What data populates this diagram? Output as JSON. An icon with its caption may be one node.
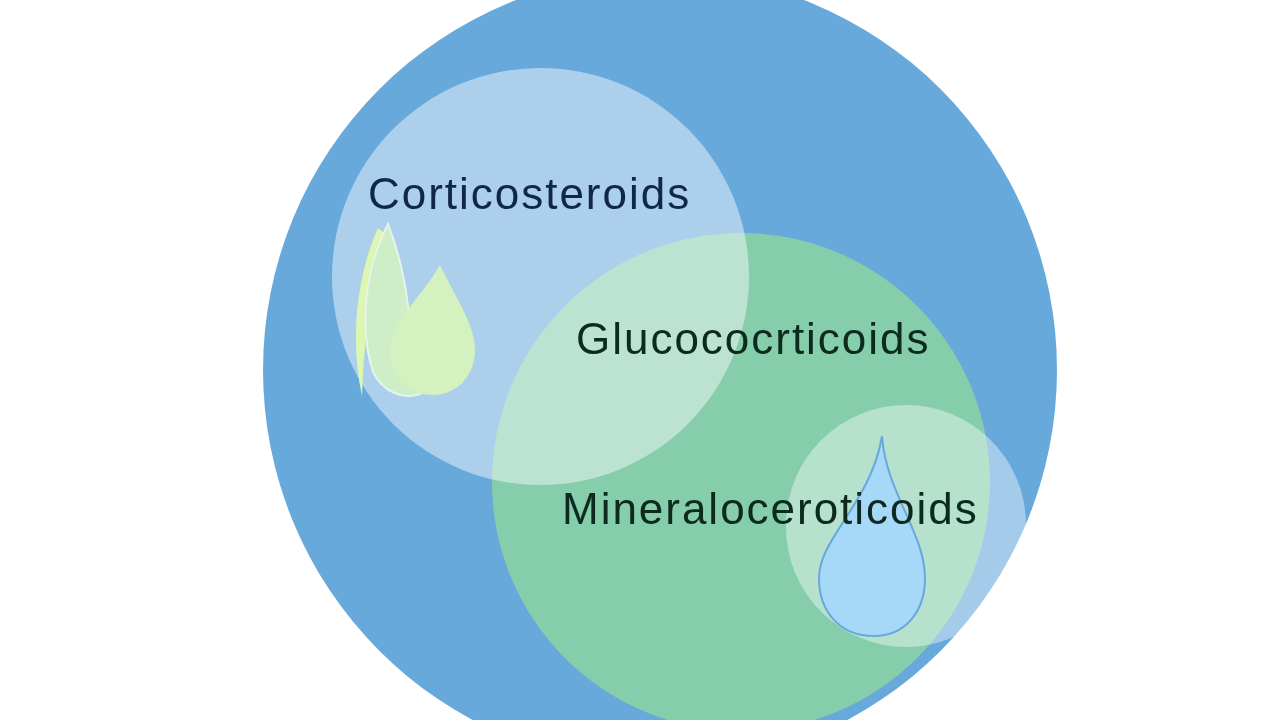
{
  "diagram": {
    "nodes": [
      {
        "text": [],
        "shape": "circle"
      },
      {
        "text": [
          "Corticosteroids"
        ],
        "in": 0
      },
      {
        "text": [
          "Glucococrticoids"
        ],
        "in": 0
      },
      {
        "text": [],
        "shape": "circle",
        "in": 0,
        "beside": [
          "Mineraloceroticoids"
        ]
      }
    ]
  }
}
